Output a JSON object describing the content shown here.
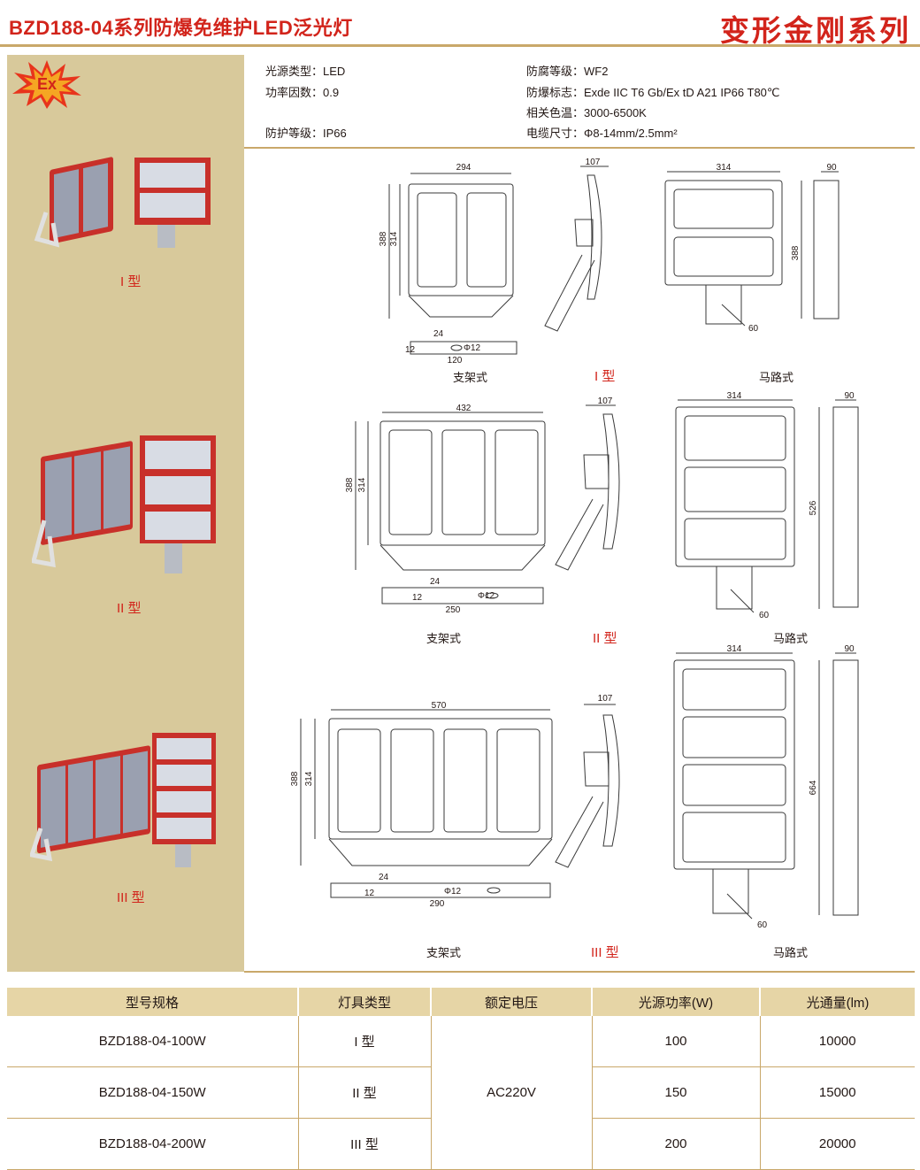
{
  "header": {
    "title": "BZD188-04系列防爆免维护LED泛光灯",
    "series": "变形金刚系列",
    "ex_logo": "Ex"
  },
  "specs": {
    "light_source": "光源类型：LED",
    "power_factor": "功率因数：0.9",
    "protection": "防护等级：IP66",
    "anticorrosion": "防腐等级：WF2",
    "explosion_mark": "防爆标志：Exde IIC T6 Gb/Ex tD A21 IP66 T80℃",
    "color_temp": "相关色温：3000-6500K",
    "cable_size": "电缆尺寸：Φ8-14mm/2.5mm²"
  },
  "product_labels": [
    "I 型",
    "II 型",
    "III 型"
  ],
  "drawings": {
    "mount_bracket": "支架式",
    "mount_road": "马路式",
    "rows": [
      {
        "width": "294",
        "height_outer": "388",
        "height_inner": "314",
        "depth": "107",
        "road_width": "314",
        "road_depth": "90",
        "road_height": "388",
        "bracket_len": "120",
        "type": "I 型"
      },
      {
        "width": "432",
        "height_outer": "388",
        "height_inner": "314",
        "depth": "107",
        "road_width": "314",
        "road_depth": "90",
        "road_height": "526",
        "bracket_len": "250",
        "type": "II 型"
      },
      {
        "width": "570",
        "height_outer": "388",
        "height_inner": "314",
        "depth": "107",
        "road_width": "314",
        "road_depth": "90",
        "road_height": "664",
        "bracket_len": "290",
        "type": "III 型"
      }
    ],
    "bracket_hole": "Φ12",
    "bracket_a": "24",
    "bracket_b": "12",
    "road_angle": "60"
  },
  "table": {
    "headers": [
      "型号规格",
      "灯具类型",
      "额定电压",
      "光源功率(W)",
      "光通量(lm)"
    ],
    "voltage": "AC220V",
    "rows": [
      {
        "model": "BZD188-04-100W",
        "type": "I 型",
        "power": "100",
        "flux": "10000"
      },
      {
        "model": "BZD188-04-150W",
        "type": "II 型",
        "power": "150",
        "flux": "15000"
      },
      {
        "model": "BZD188-04-200W",
        "type": "III 型",
        "power": "200",
        "flux": "20000"
      }
    ]
  },
  "colors": {
    "accent_red": "#d2241b",
    "panel_tan": "#d8c99b",
    "header_tan": "#e6d5a6",
    "line_gold": "#c9a86a"
  }
}
